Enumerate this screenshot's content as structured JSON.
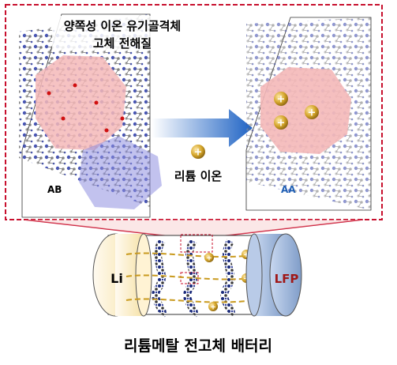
{
  "top_panel": {
    "title_line1": "양쪽성 이온 유기골격체",
    "title_line2": "고체 전해질",
    "left_label": "AB",
    "right_label": "AA",
    "ion_caption": "리튬 이온",
    "ion_symbol": "+"
  },
  "bottom_panel": {
    "left_electrode": "Li",
    "right_electrode": "LFP",
    "caption": "리튬메탈 전고체 배터리"
  },
  "colors": {
    "frame_red": "#c8102e",
    "pink_pore": "#f4b8b8",
    "blue_overlay": "#8f8fe0",
    "arrow_blue": "#2a6fc9",
    "li_electrode": "#fbeec4",
    "lfp_electrode": "#a9bfe0",
    "lfp_text": "#a01818",
    "aa_text": "#1f5fb4",
    "ion_gold": "#c99a1e"
  }
}
